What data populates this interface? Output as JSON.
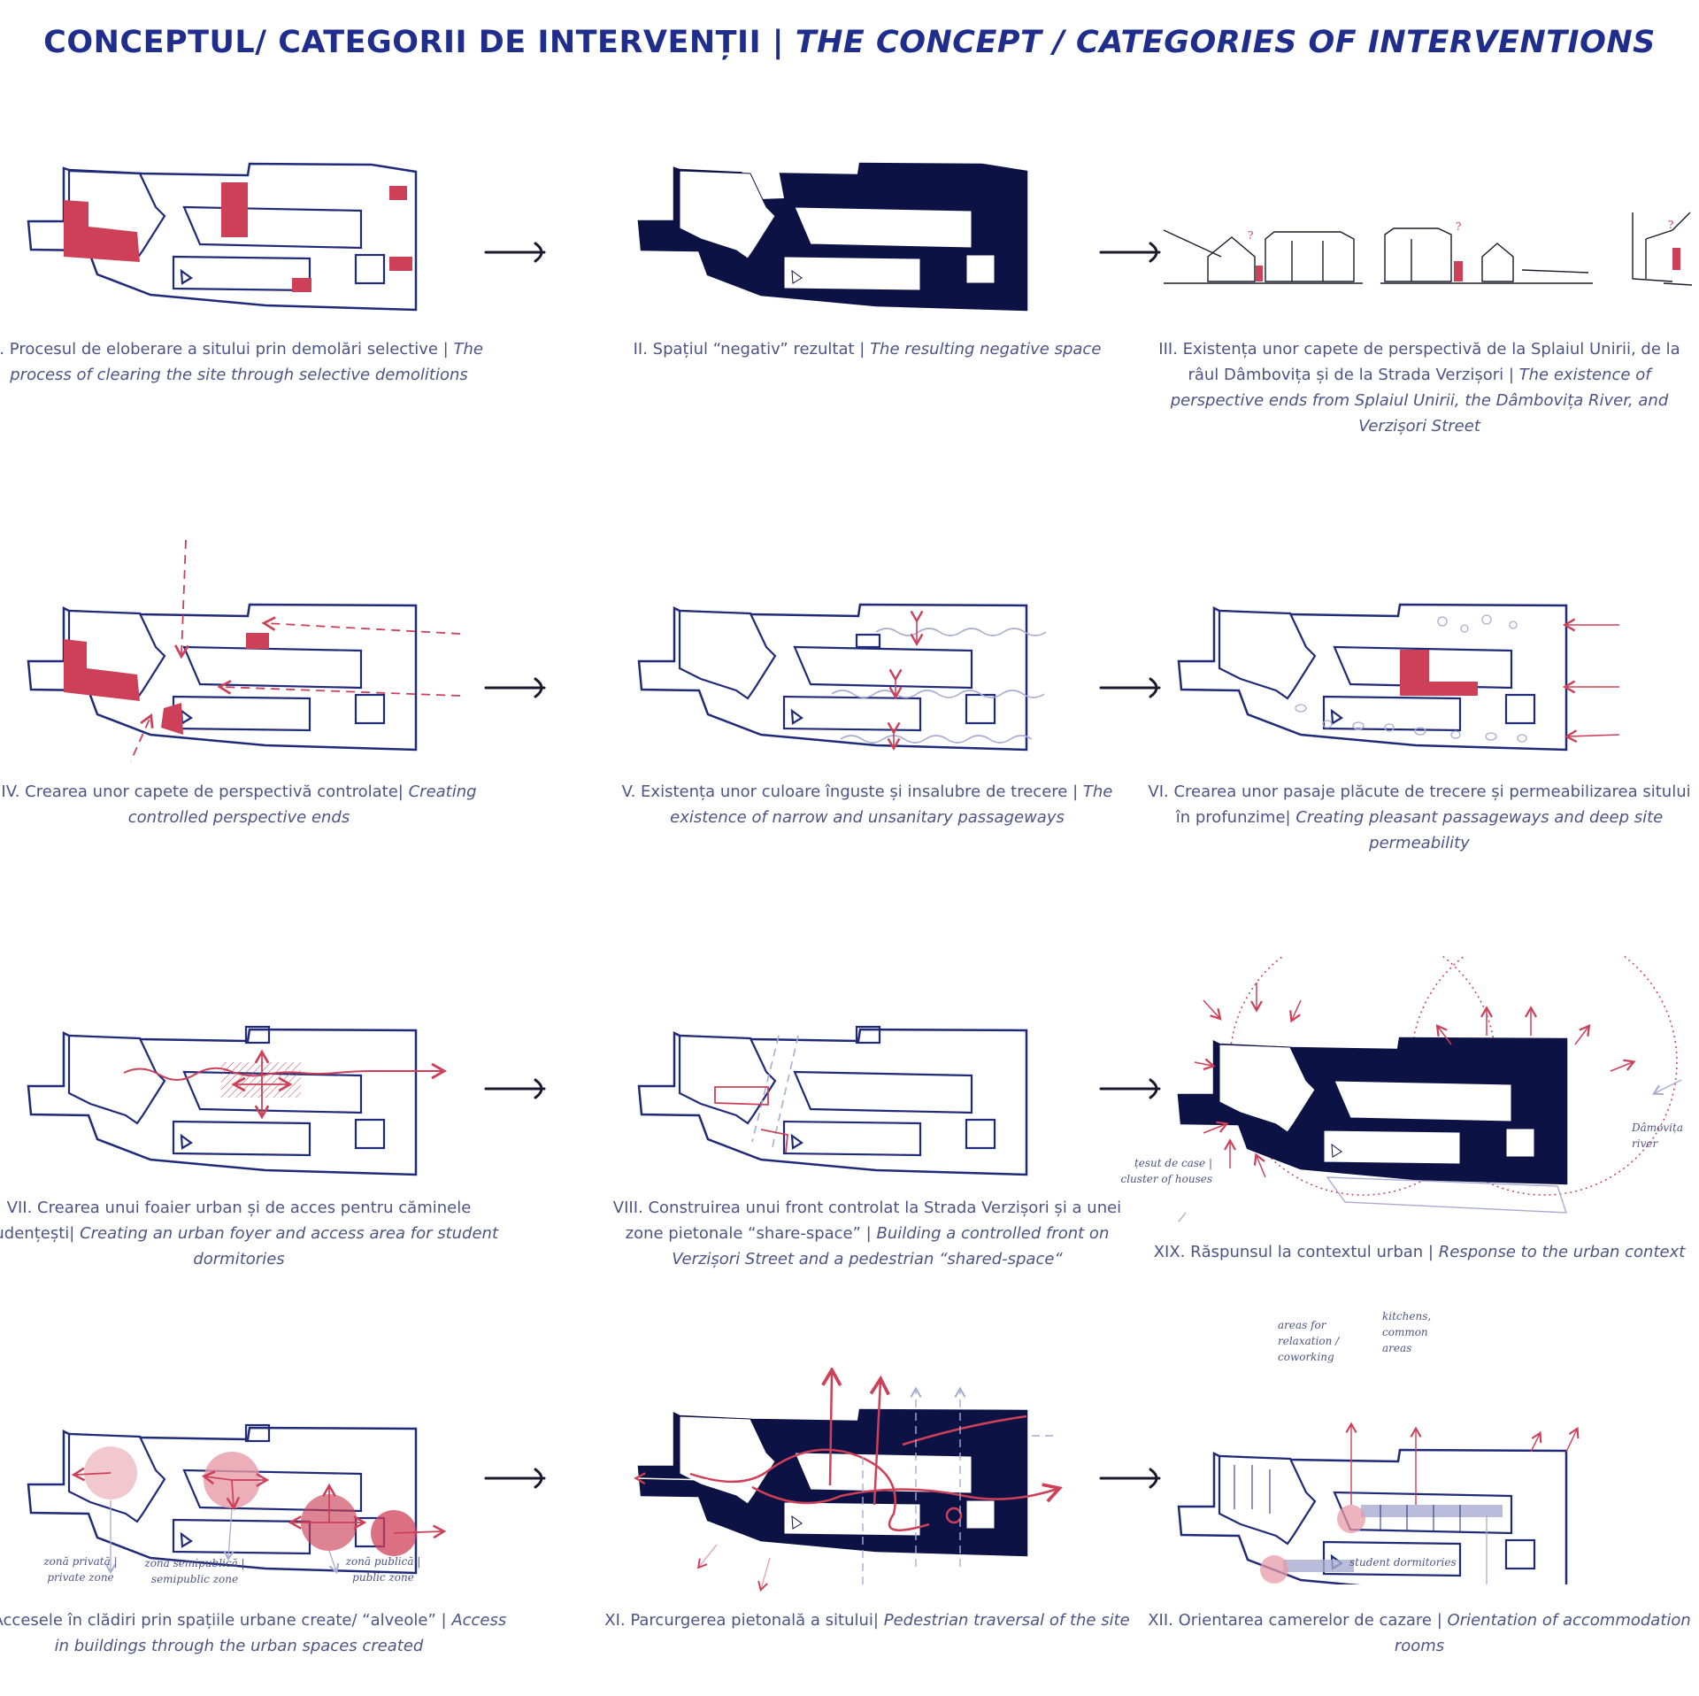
{
  "title": {
    "ro": "CONCEPTUL/  CATEGORII DE INTERVENȚII |",
    "en": "THE CONCEPT / CATEGORIES OF INTERVENTIONS"
  },
  "colors": {
    "navy": "#0d1245",
    "red": "#cd4058",
    "pink": "#e79aa8",
    "outline": "#1f2a78",
    "purple": "#a7acd2"
  },
  "arrow_glyph": "⟶",
  "panels": [
    {
      "id": "I",
      "ro": "I. Procesul de eloberare  a sitului prin demolări selective |",
      "en": "The process of clearing the site through selective demolitions"
    },
    {
      "id": "II",
      "ro": "II. Spațiul “negativ” rezultat |",
      "en": "The resulting negative space"
    },
    {
      "id": "III",
      "ro": "III. Existența unor capete de perspectivă de la Splaiul Unirii, de la râul Dâmbovița și de la Strada Verzișori |",
      "en": "The existence of perspective ends from Splaiul Unirii, the Dâmbovița River, and Verzișori Street"
    },
    {
      "id": "IV",
      "ro": "IV. Crearea unor capete de perspectivă controlate|",
      "en": "Creating controlled perspective ends"
    },
    {
      "id": "V",
      "ro": "V. Existența unor culoare înguste și insalubre de trecere |",
      "en": "The existence of narrow and unsanitary passageways"
    },
    {
      "id": "VI",
      "ro": "VI. Crearea unor pasaje plăcute de trecere și permeabilizarea sitului în profunzime|",
      "en": "Creating pleasant passageways and deep site permeability"
    },
    {
      "id": "VII",
      "ro": "VII. Crearea unui foaier urban și de acces pentru căminele studențești|",
      "en": "Creating an urban foyer and access area for student dormitories"
    },
    {
      "id": "VIII",
      "ro": "VIII. Construirea unui front controlat la Strada Verzișori și a unei zone pietonale “share-space” |",
      "en": "Building a controlled front on Verzișori Street and a pedestrian “shared-space“"
    },
    {
      "id": "XIX",
      "ro": "XIX. Răspunsul la contextul urban |",
      "en": "Response to the urban context"
    },
    {
      "id": "X",
      "ro": "X. Accesele în clădiri prin spațiile urbane create/ “alveole” |",
      "en": "Access in buildings through the urban spaces created"
    },
    {
      "id": "XI",
      "ro": "XI. Parcurgerea pietonală a sitului|",
      "en": "Pedestrian traversal of the site"
    },
    {
      "id": "XII",
      "ro": "XII. Orientarea camerelor de cazare |",
      "en": "Orientation of accommodation rooms"
    }
  ],
  "notes": {
    "houses_ro": "țesut de case |",
    "houses_en": "cluster of houses",
    "river_ro": "Dâmovița",
    "river_en": "river",
    "private_ro": "zonă privată |",
    "private_en": "private zone",
    "semi_ro": "zonă semipublică |",
    "semi_en": "semipublic zone",
    "public_ro": "zonă publică |",
    "public_en": "public zone",
    "relax_1": "areas for",
    "relax_2": "relaxation /",
    "relax_3": "coworking",
    "kitchen_1": "kitchens,",
    "kitchen_2": "common",
    "kitchen_3": "areas",
    "dorm": "student dormitories"
  }
}
